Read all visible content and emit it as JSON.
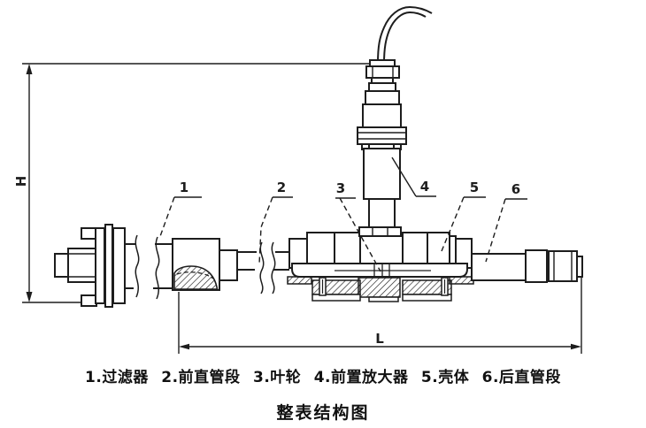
{
  "title": "整表结构图",
  "legend": {
    "items": [
      {
        "label": "1.过滤器"
      },
      {
        "label": "2.前直管段"
      },
      {
        "label": "3.叶轮"
      },
      {
        "label": "4.前置放大器"
      },
      {
        "label": "5.壳体"
      },
      {
        "label": "6.后直管段"
      }
    ]
  },
  "dimensions": {
    "height_label": "H",
    "length_label": "L"
  },
  "callouts": {
    "c1": "1",
    "c2": "2",
    "c3": "3",
    "c4": "4",
    "c5": "5",
    "c6": "6"
  },
  "colors": {
    "line": "#1d1d1d",
    "background": "#ffffff"
  }
}
